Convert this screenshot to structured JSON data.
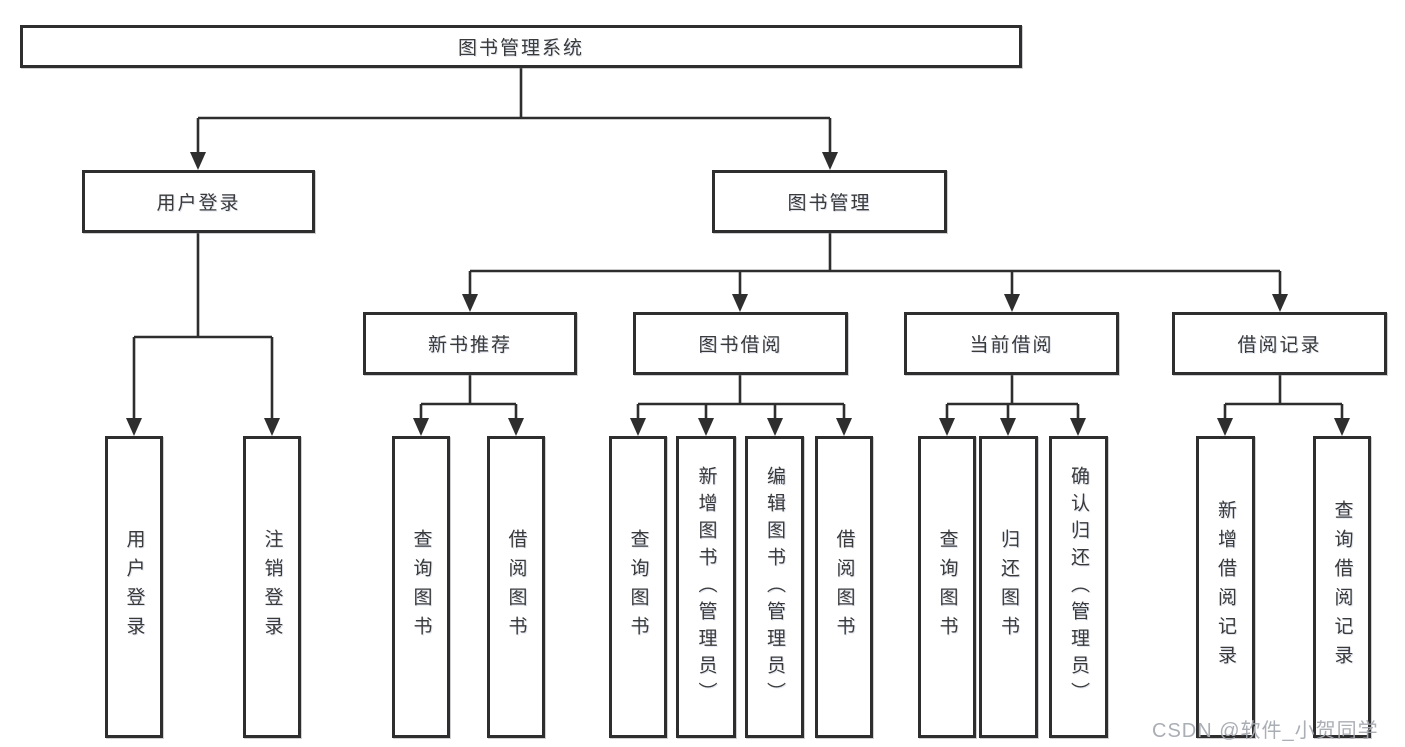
{
  "diagram_title": "图书管理系统",
  "nodes": {
    "root": {
      "label": "图书管理系统"
    },
    "l2": [
      {
        "label": "用户登录"
      },
      {
        "label": "图书管理"
      }
    ],
    "l3": [
      {
        "label": "新书推荐"
      },
      {
        "label": "图书借阅"
      },
      {
        "label": "当前借阅"
      },
      {
        "label": "借阅记录"
      }
    ],
    "leaves": [
      {
        "label": "用户登录"
      },
      {
        "label": "注销登录"
      },
      {
        "label": "查询图书"
      },
      {
        "label": "借阅图书"
      },
      {
        "label": "查询图书"
      },
      {
        "label": "新增图书（管理员）"
      },
      {
        "label": "编辑图书（管理员）"
      },
      {
        "label": "借阅图书"
      },
      {
        "label": "查询图书"
      },
      {
        "label": "归还图书"
      },
      {
        "label": "确认归还（管理员）"
      },
      {
        "label": "新增借阅记录"
      },
      {
        "label": "查询借阅记录"
      }
    ]
  },
  "hierarchy": {
    "图书管理系统": {
      "用户登录": [
        "用户登录",
        "注销登录"
      ],
      "图书管理": {
        "新书推荐": [
          "查询图书",
          "借阅图书"
        ],
        "图书借阅": [
          "查询图书",
          "新增图书（管理员）",
          "编辑图书（管理员）",
          "借阅图书"
        ],
        "当前借阅": [
          "查询图书",
          "归还图书",
          "确认归还（管理员）"
        ],
        "借阅记录": [
          "新增借阅记录",
          "查询借阅记录"
        ]
      }
    }
  },
  "watermark": {
    "text": "CSDN @软件_小贺同学"
  },
  "colors": {
    "line": "#2e2e2e",
    "box_border": "#2e2e2e",
    "box_fill": "#ffffff",
    "text": "#3a3a3a",
    "watermark": "#a5aab1",
    "background": "#ffffff"
  }
}
